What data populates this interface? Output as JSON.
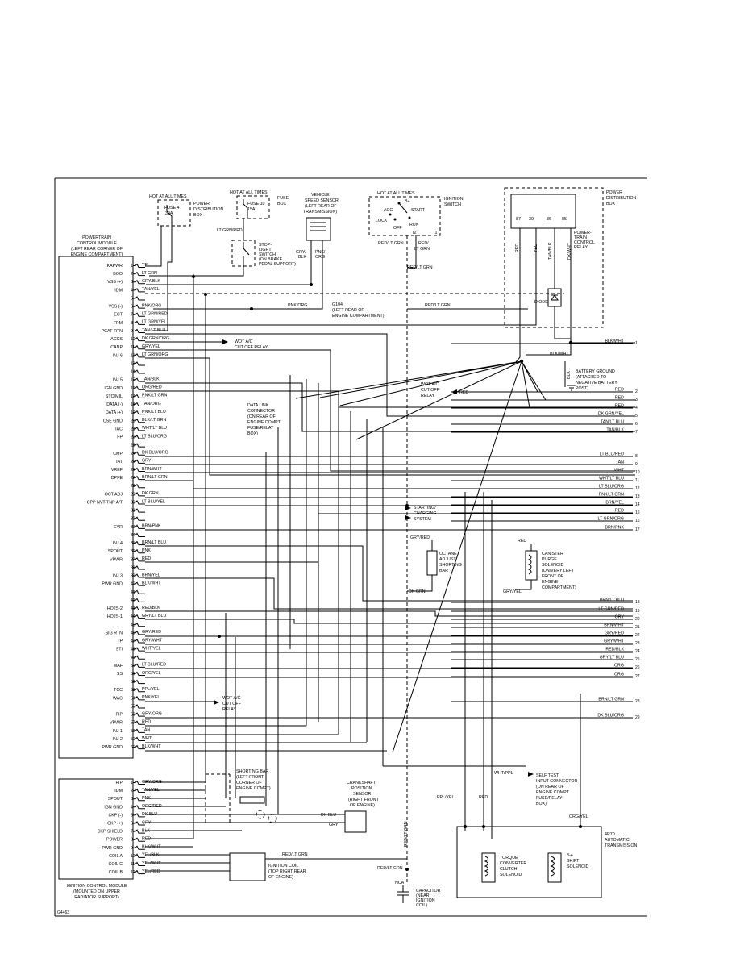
{
  "diagram_id": "G4463",
  "pcm": {
    "title": [
      "POWERTRAIN",
      "CONTROL MODULE",
      "(LEFT REAR CORNER OF",
      "ENGINE COMPARTMENT)"
    ],
    "pins": [
      {
        "n": "1",
        "name": "KAPWR",
        "wire": "YEL"
      },
      {
        "n": "2",
        "name": "BOO",
        "wire": "LT GRN"
      },
      {
        "n": "3",
        "name": "VSS (+)",
        "wire": "GRY/BLK"
      },
      {
        "n": "4",
        "name": "IDM",
        "wire": "TAN/YEL"
      },
      {
        "n": "5",
        "name": "",
        "wire": ""
      },
      {
        "n": "6",
        "name": "VSS (-)",
        "wire": "PNK/ORG"
      },
      {
        "n": "7",
        "name": "ECT",
        "wire": "LT GRN/RED"
      },
      {
        "n": "8",
        "name": "FPM",
        "wire": "LT GRN/YEL"
      },
      {
        "n": "9",
        "name": "PCAF RTN",
        "wire": "TAN/LT BLU"
      },
      {
        "n": "10",
        "name": "ACCS",
        "wire": "DK GRN/ORG"
      },
      {
        "n": "11",
        "name": "CANP",
        "wire": "GRY/YEL"
      },
      {
        "n": "12",
        "name": "INJ 6",
        "wire": "LT GRN/ORG"
      },
      {
        "n": "13",
        "name": "",
        "wire": ""
      },
      {
        "n": "14",
        "name": "",
        "wire": ""
      },
      {
        "n": "15",
        "name": "INJ 5",
        "wire": "TAN/BLK"
      },
      {
        "n": "16",
        "name": "IGN GND",
        "wire": "ORG/RED"
      },
      {
        "n": "17",
        "name": "STO/MIL",
        "wire": "PNK/LT GRN"
      },
      {
        "n": "18",
        "name": "DATA (-)",
        "wire": "TAN/ORG"
      },
      {
        "n": "19",
        "name": "DATA (+)",
        "wire": "PNK/LT BLU"
      },
      {
        "n": "20",
        "name": "CSE GND",
        "wire": "BLK/LT GRN"
      },
      {
        "n": "21",
        "name": "IAC",
        "wire": "WHT/LT BLU"
      },
      {
        "n": "22",
        "name": "FP",
        "wire": "LT BLU/ORG"
      },
      {
        "n": "23",
        "name": "",
        "wire": ""
      },
      {
        "n": "24",
        "name": "CMP",
        "wire": "DK BLU/ORG"
      },
      {
        "n": "25",
        "name": "IAT",
        "wire": "GRY"
      },
      {
        "n": "26",
        "name": "VREF",
        "wire": "BRN/WHT"
      },
      {
        "n": "27",
        "name": "DPFE",
        "wire": "BRN/LT GRN"
      },
      {
        "n": "28",
        "name": "",
        "wire": ""
      },
      {
        "n": "29",
        "name": "OCT ADJ",
        "wire": "DK GRN"
      },
      {
        "n": "30",
        "name": "CPP NVT-TNP A/T",
        "wire": "LT BLU/YEL"
      },
      {
        "n": "31",
        "name": "",
        "wire": ""
      },
      {
        "n": "32",
        "name": "",
        "wire": ""
      },
      {
        "n": "33",
        "name": "EVR",
        "wire": "BRN/PNK"
      },
      {
        "n": "34",
        "name": "",
        "wire": ""
      },
      {
        "n": "35",
        "name": "INJ 4",
        "wire": "BRN/LT BLU"
      },
      {
        "n": "36",
        "name": "SPOUT",
        "wire": "PNK"
      },
      {
        "n": "37",
        "name": "VPWR",
        "wire": "RED"
      },
      {
        "n": "38",
        "name": "",
        "wire": ""
      },
      {
        "n": "39",
        "name": "INJ 3",
        "wire": "BRN/YEL"
      },
      {
        "n": "40",
        "name": "PWR GND",
        "wire": "BLK/WHT"
      },
      {
        "n": "41",
        "name": "",
        "wire": ""
      },
      {
        "n": "42",
        "name": "",
        "wire": ""
      },
      {
        "n": "43",
        "name": "HO2S-2",
        "wire": "RED/BLK"
      },
      {
        "n": "44",
        "name": "HO2S-1",
        "wire": "GRY/LT BLU"
      },
      {
        "n": "45",
        "name": "",
        "wire": ""
      },
      {
        "n": "46",
        "name": "SIG RTN",
        "wire": "GRY/RED"
      },
      {
        "n": "47",
        "name": "TP",
        "wire": "GRY/WHT"
      },
      {
        "n": "48",
        "name": "STI",
        "wire": "WHT/YEL"
      },
      {
        "n": "49",
        "name": "",
        "wire": ""
      },
      {
        "n": "50",
        "name": "MAF",
        "wire": "LT BLU/RED"
      },
      {
        "n": "51",
        "name": "SS",
        "wire": "ORG/YEL"
      },
      {
        "n": "52",
        "name": "",
        "wire": ""
      },
      {
        "n": "53",
        "name": "TCC",
        "wire": "PPL/YEL"
      },
      {
        "n": "54",
        "name": "WAC",
        "wire": "PNK/YEL"
      },
      {
        "n": "55",
        "name": "",
        "wire": ""
      },
      {
        "n": "56",
        "name": "PIP",
        "wire": "GRY/ORG"
      },
      {
        "n": "57",
        "name": "VPWR",
        "wire": "RED"
      },
      {
        "n": "58",
        "name": "INJ 1",
        "wire": "TAN"
      },
      {
        "n": "59",
        "name": "INJ 2",
        "wire": "WHT"
      },
      {
        "n": "60",
        "name": "PWR GND",
        "wire": "BLK/WHT"
      }
    ]
  },
  "icm": {
    "title": [
      "IGNITION CONTROL MODULE",
      "(MOUNTED ON UPPER",
      "RADIATOR SUPPORT)"
    ],
    "pins": [
      {
        "n": "1",
        "name": "PIP",
        "wire": "GRY/ORG"
      },
      {
        "n": "2",
        "name": "IDM",
        "wire": "TAN/YEL"
      },
      {
        "n": "3",
        "name": "SPOUT",
        "wire": "PNK"
      },
      {
        "n": "4",
        "name": "IGN GND",
        "wire": "ORG/RED"
      },
      {
        "n": "5",
        "name": "CKP (-)",
        "wire": "DK BLU"
      },
      {
        "n": "6",
        "name": "CKP (+)",
        "wire": "GRY"
      },
      {
        "n": "7",
        "name": "CKP SHIELD",
        "wire": "BLK"
      },
      {
        "n": "8",
        "name": "POWER",
        "wire": "RED"
      },
      {
        "n": "9",
        "name": "PWR GND",
        "wire": "BLK/WHT"
      },
      {
        "n": "10",
        "name": "COIL A",
        "wire": "YEL/BLK"
      },
      {
        "n": "11",
        "name": "COIL C",
        "wire": "YEL/WHT"
      },
      {
        "n": "12",
        "name": "COIL B",
        "wire": "YEL/RED"
      }
    ]
  },
  "right_wires": [
    {
      "label": "BLK/WHT",
      "n": "1"
    },
    {
      "label": "RED",
      "n": "2"
    },
    {
      "label": "RED",
      "n": "3"
    },
    {
      "label": "RED",
      "n": "4"
    },
    {
      "label": "DK GRN/YEL",
      "n": "5"
    },
    {
      "label": "TAN/LT BLU",
      "n": "6"
    },
    {
      "label": "TAN/BLK",
      "n": "7"
    },
    {
      "label": "LT BLU/RED",
      "n": "8"
    },
    {
      "label": "TAN",
      "n": "9"
    },
    {
      "label": "WHT",
      "n": "10"
    },
    {
      "label": "WHT/LT BLU",
      "n": "11"
    },
    {
      "label": "LT BLU/ORG",
      "n": "12"
    },
    {
      "label": "PNK/LT GRN",
      "n": "13"
    },
    {
      "label": "BRN/YEL",
      "n": "14"
    },
    {
      "label": "RED",
      "n": "15"
    },
    {
      "label": "LT GRN/ORG",
      "n": "16"
    },
    {
      "label": "BRN/PNK",
      "n": "17"
    },
    {
      "label": "BRN/LT BLU",
      "n": "18"
    },
    {
      "label": "LT GRN/RED",
      "n": "19"
    },
    {
      "label": "GRY",
      "n": "20"
    },
    {
      "label": "BRN/WHT",
      "n": "21"
    },
    {
      "label": "GRY/RED",
      "n": "22"
    },
    {
      "label": "GRY/WHT",
      "n": "23"
    },
    {
      "label": "RED/BLK",
      "n": "24"
    },
    {
      "label": "GRY/LT BLU",
      "n": "25"
    },
    {
      "label": "ORG",
      "n": "26"
    },
    {
      "label": "ORG",
      "n": "27"
    },
    {
      "label": "BRN/LT GRN",
      "n": "28"
    },
    {
      "label": "DK BLU/ORG",
      "n": "29"
    }
  ],
  "components": {
    "fuse4": {
      "hot": "HOT AT ALL TIMES",
      "fuse": "FUSE 4",
      "amp": "30A",
      "box": [
        "POWER",
        "DISTRIBUTION",
        "BOX"
      ]
    },
    "fuse10": {
      "hot": "HOT AT ALL TIMES",
      "fuse": "FUSE 10",
      "amp": "15A",
      "box": [
        "FUSE",
        "BOX"
      ]
    },
    "brake_wire": "LT GRN/RED",
    "stoplight": [
      "STOP-",
      "LIGHT",
      "SWITCH",
      "(ON BRAKE",
      "PEDAL SUPPORT)"
    ],
    "vss": {
      "title": [
        "VEHICLE",
        "SPEED SENSOR",
        "(LEFT REAR OF",
        "TRANSMISSION)"
      ],
      "wire1": [
        "GRY/",
        "BLK"
      ],
      "wire2": [
        "PNK/",
        "ORG"
      ]
    },
    "ignition": {
      "hot": "HOT AT ALL TIMES",
      "title": [
        "IGNITION",
        "SWITCH"
      ],
      "b_plus": "B+",
      "acc": "ACC",
      "start": "START",
      "lock": "LOCK",
      "run": "RUN",
      "off": "OFF",
      "i2": "I2",
      "i1": "I1",
      "wire1": "RED/LT GRN",
      "wire2": [
        "RED/",
        "LT GRN"
      ]
    },
    "pdb_relay": {
      "box": [
        "POWER",
        "DISTRIBUTION",
        "BOX"
      ],
      "relay": [
        "POWER-",
        "TRAIN",
        "CONTROL",
        "RELAY"
      ],
      "terms": [
        "87",
        "30",
        "86",
        "85"
      ],
      "wires": [
        "RED",
        "YEL",
        "TAN/BLK",
        "DK/WHT"
      ],
      "diode": "DIODE"
    },
    "g104": {
      "id": "G104",
      "desc": [
        "(LEFT REAR OF",
        "ENGINE COMPARTMENT)"
      ],
      "wire": "PNK/ORG"
    },
    "red_lt_grn": "RED/LT GRN",
    "blk_wht": "BLK/WHT",
    "battery_ground": [
      "BATTERY GROUND",
      "(ATTACHED TO",
      "NEGATIVE BATTERY",
      "POST)"
    ],
    "blk": "BLK",
    "wot1": [
      "WOT A/C",
      "CUT OFF RELAY"
    ],
    "wot2": [
      "WOT A/C",
      "CUT OFF",
      "RELAY"
    ],
    "wot3": [
      "WOT A/C",
      "CUT OFF",
      "RELAY"
    ],
    "red": "RED",
    "dlc": [
      "DATA LINK",
      "CONNECTOR",
      "(ON REAR OF",
      "ENGINE COMPT",
      "FUSE/RELAY",
      "BOX)"
    ],
    "starting": [
      "STARTING/",
      "CHARGING",
      "SYSTEM"
    ],
    "octane": {
      "wire": "GRY/RED",
      "title": [
        "OCTANE",
        "ADJUST",
        "SHORTING",
        "BAR"
      ],
      "gnd": "DK GRN"
    },
    "canister": {
      "wire": "RED",
      "title": [
        "CANISTER",
        "PURGE",
        "SOLENOID",
        "(ON/VERY LEFT",
        "FRONT OF",
        "ENGINE",
        "COMPARTMENT)"
      ],
      "gnd": "GRY/YEL"
    },
    "shorting_bar": [
      "SHORTING BAR",
      "(LEFT FRONT",
      "CORNER OF",
      "ENGINE COMPT)"
    ],
    "ckp": {
      "title": [
        "CRANKSHAFT",
        "POSITION",
        "SENSOR",
        "(RIGHT FRONT",
        "OF ENGINE)"
      ],
      "w1": "DK BLU",
      "w2": "GRY"
    },
    "self_test": {
      "wire": "WHT/PPL",
      "title": [
        "SELF TEST",
        "INPUT CONNECTOR",
        "(ON REAR OF",
        "ENGINE COMPT",
        "FUSE/RELAY",
        "BOX)"
      ]
    },
    "trans": {
      "title": [
        "4R70",
        "AUTOMATIC",
        "TRANSMISSION"
      ],
      "tcc": [
        "TORQUE",
        "CONVERTER",
        "CLUTCH",
        "SOLENOID"
      ],
      "ss": [
        "3-4",
        "SHIFT",
        "SOLENOID"
      ],
      "w_ppl": "PPL/YEL",
      "w_red": "RED",
      "w_org": "ORG/YEL"
    },
    "coil": {
      "wire": "RED/LT GRN",
      "title": [
        "IGNITION COIL",
        "(TOP RIGHT REAR",
        "OF ENGINE)"
      ]
    },
    "capacitor": {
      "nca": "NCA",
      "wire": "RED/LT GRN",
      "title": [
        "CAPACITOR",
        "(NEAR",
        "IGNITION",
        "COIL)"
      ]
    },
    "vert_wire": "RED/LT GRN"
  }
}
